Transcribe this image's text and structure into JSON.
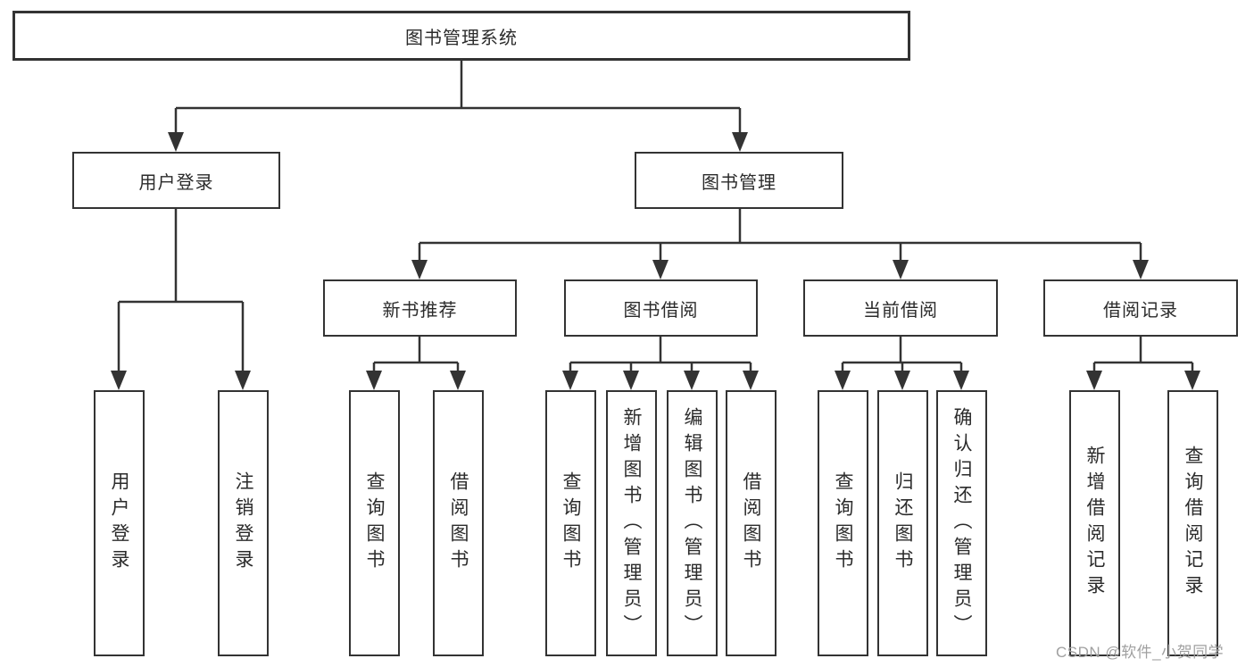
{
  "colors": {
    "line": "#333333",
    "box_border": "#333333",
    "text": "#2b2b2b",
    "watermark": "#a0a0a0",
    "background": "#ffffff"
  },
  "watermark": "CSDN @软件_小贺同学",
  "tree": {
    "root": "图书管理系统",
    "branches": [
      {
        "label": "用户登录",
        "children": [
          "用户登录",
          "注销登录"
        ]
      },
      {
        "label": "图书管理",
        "groups": [
          {
            "label": "新书推荐",
            "children": [
              "查询图书",
              "借阅图书"
            ]
          },
          {
            "label": "图书借阅",
            "children": [
              "查询图书",
              "新增图书（管理员）",
              "编辑图书（管理员）",
              "借阅图书"
            ]
          },
          {
            "label": "当前借阅",
            "children": [
              "查询图书",
              "归还图书",
              "确认归还（管理员）"
            ]
          },
          {
            "label": "借阅记录",
            "children": [
              "新增借阅记录",
              "查询借阅记录"
            ]
          }
        ]
      }
    ]
  }
}
